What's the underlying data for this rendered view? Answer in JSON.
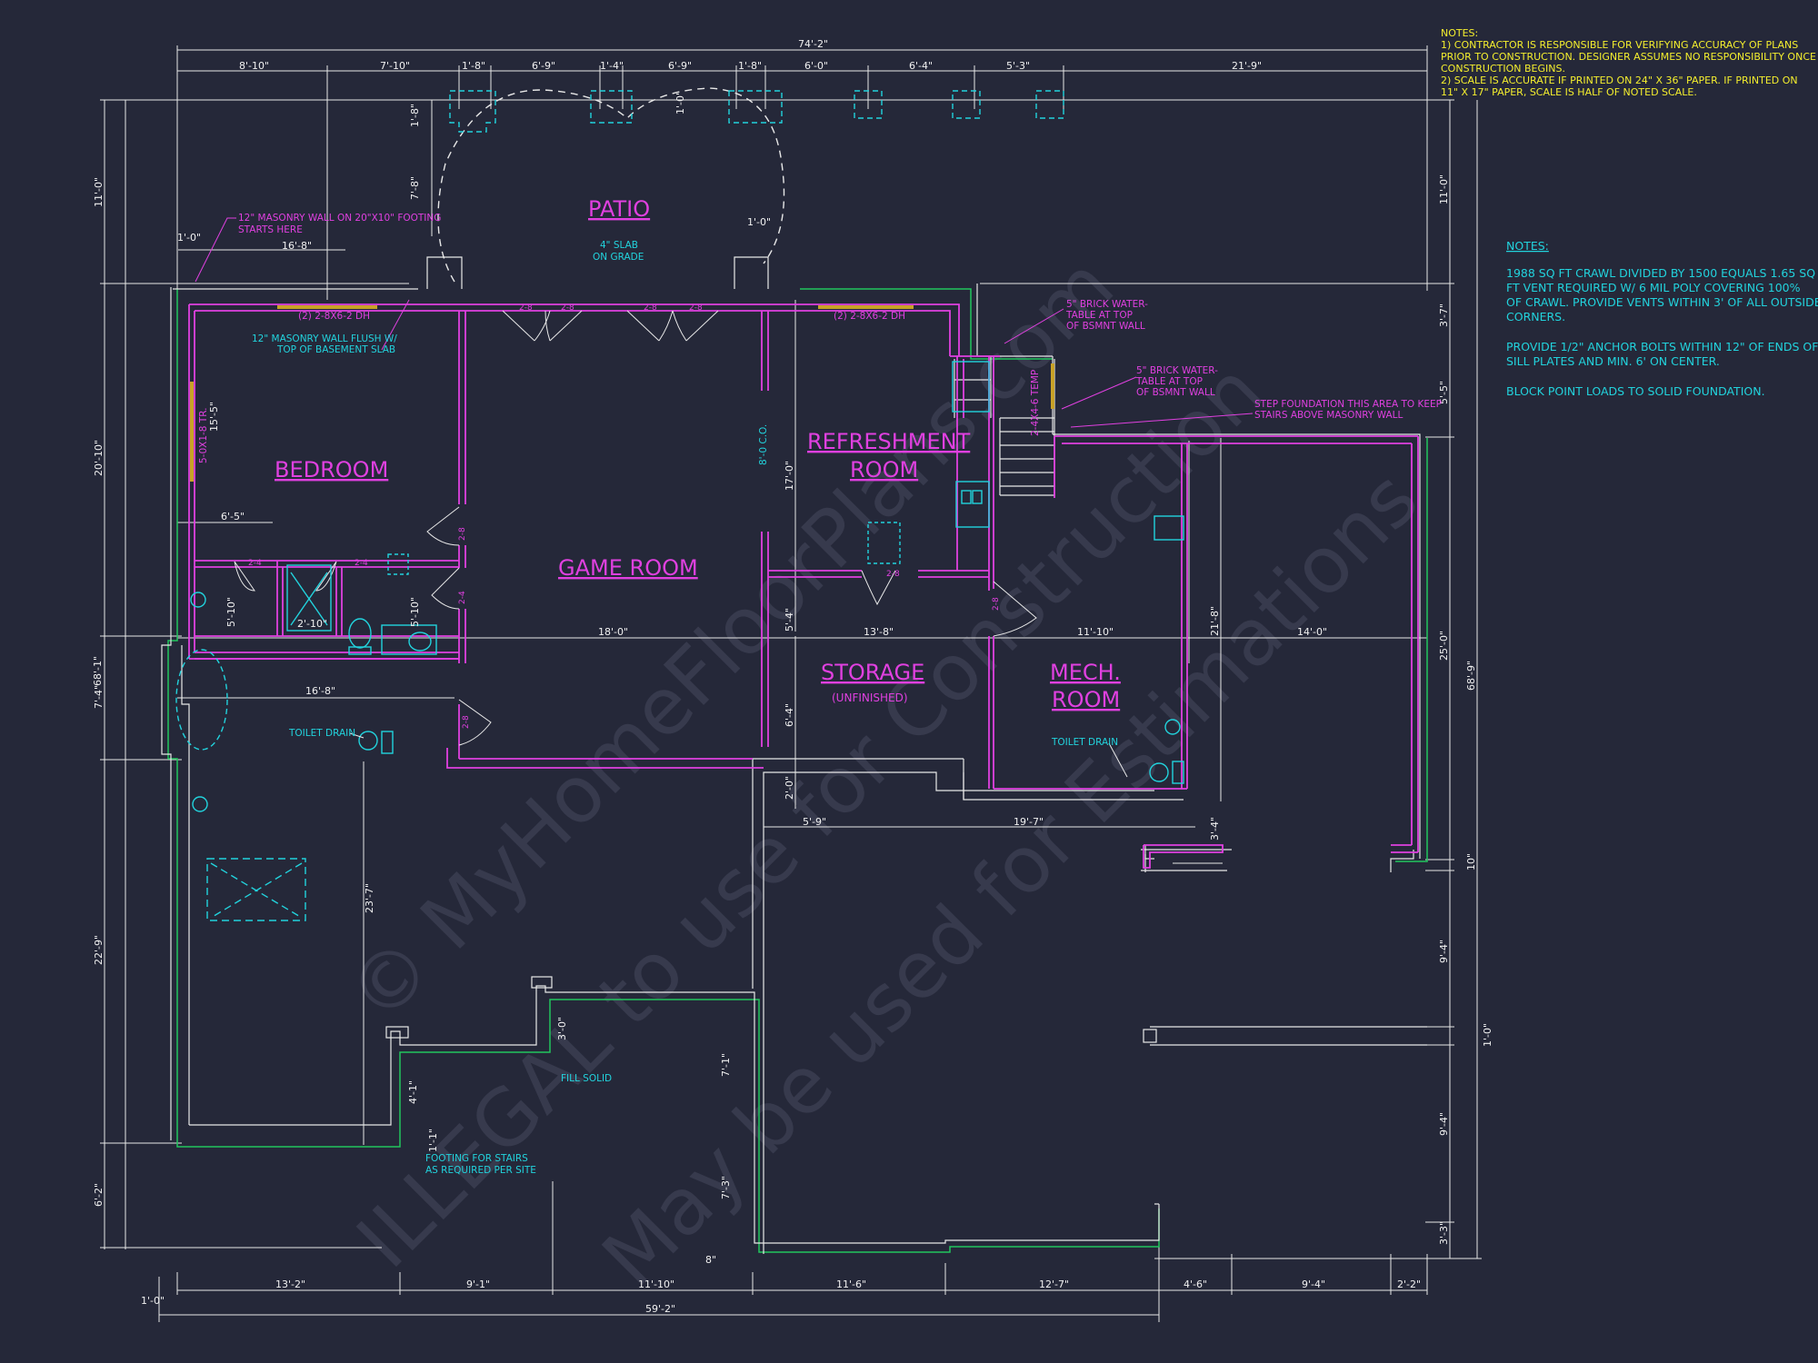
{
  "overall_dims": {
    "top_total": "74'-2\"",
    "bottom_total": "59'-2\"",
    "left_total": "68'-1\"",
    "right_total": "68'-9\""
  },
  "top_dims": [
    "8'-10\"",
    "7'-10\"",
    "1'-8\"",
    "6'-9\"",
    "1'-4\"",
    "6'-9\"",
    "1'-8\"",
    "6'-0\"",
    "6'-4\"",
    "5'-3\"",
    "21'-9\""
  ],
  "bottom_dims": [
    "1'-0\"",
    "13'-2\"",
    "9'-1\"",
    "11'-10\"",
    "11'-6\"",
    "12'-7\"",
    "4'-6\"",
    "9'-4\"",
    "2'-2\""
  ],
  "left_dims": [
    "11'-0\"",
    "20'-10\"",
    "7'-4\"",
    "22'-9\"",
    "6'-2\""
  ],
  "right_dims": [
    "11'-0\"",
    "3'-7\"",
    "5'-5\"",
    "25'-0\"",
    "10\"",
    "9'-4\"",
    "1'-0\"",
    "9'-4\"",
    "3'-3\""
  ],
  "interior_dims": {
    "d_1_8_v": "1'-8\"",
    "d_1_0_a": "1'-0\"",
    "d_7_8": "7'-8\"",
    "d_1_0_b": "1'-0\"",
    "d_1_0_c": "1'-0\"",
    "d_16_8_top": "16'-8\"",
    "d_6_5": "6'-5\"",
    "d_5_10_a": "5'-10\"",
    "d_2_10": "2'-10\"",
    "d_5_10_b": "5'-10\"",
    "d_16_8_mid": "16'-8\"",
    "d_18_0": "18'-0\"",
    "d_13_8": "13'-8\"",
    "d_11_10": "11'-10\"",
    "d_14_0": "14'-0\"",
    "d_17_0": "17'-0\"",
    "d_5_4": "5'-4\"",
    "d_6_4": "6'-4\"",
    "d_2_0": "2'-0\"",
    "d_5_9": "5'-9\"",
    "d_19_7": "19'-7\"",
    "d_21_8": "21'-8\"",
    "d_3_4": "3'-4\"",
    "d_23_7": "23'-7\"",
    "d_3_0": "3'-0\"",
    "d_7_1": "7'-1\"",
    "d_4_1": "4'-1\"",
    "d_1_1": "1'-1\"",
    "d_7_3": "7'-3\"",
    "d_8": "8\"",
    "d_15_5": "15'-5\"",
    "co_8_0": "8'-0 C.O."
  },
  "rooms": {
    "patio": "PATIO",
    "bedroom": "BEDROOM",
    "game_room": "GAME ROOM",
    "refreshment_1": "REFRESHMENT",
    "refreshment_2": "ROOM",
    "storage": "STORAGE",
    "storage_sub": "(UNFINISHED)",
    "mech_1": "MECH.",
    "mech_2": "ROOM"
  },
  "doors": [
    "2-8",
    "2-8",
    "2-8",
    "2-8",
    "2-8",
    "2-4",
    "2-4",
    "2-4",
    "2-8",
    "2-8",
    "2-8"
  ],
  "annotations": {
    "slab_1": "4\" SLAB",
    "slab_2": "ON GRADE",
    "masonry_start_1": "12\" MASONRY WALL ON 20\"X10\" FOOTING",
    "masonry_start_2": "STARTS HERE",
    "masonry_flush_1": "12\" MASONRY WALL FLUSH W/",
    "masonry_flush_2": "TOP OF BASEMENT SLAB",
    "header_left": "(2) 2-8X6-2 DH",
    "header_right": "(2) 2-8X6-2 DH",
    "window_side": "5-0X1-8 TR.",
    "brick_a_1": "5\" BRICK WATER-",
    "brick_a_2": "TABLE AT TOP",
    "brick_a_3": "OF BSMNT WALL",
    "brick_b_1": "5\" BRICK WATER-",
    "brick_b_2": "TABLE AT TOP",
    "brick_b_3": "OF BSMNT WALL",
    "step_1": "STEP FOUNDATION THIS AREA TO KEEP",
    "step_2": "STAIRS ABOVE MASONRY WALL",
    "temp_window": "2-4X4-6 TEMP",
    "toilet_drain_left": "TOILET DRAIN",
    "toilet_drain_right": "TOILET DRAIN",
    "fill_solid": "FILL SOLID",
    "footing_1": "FOOTING FOR STAIRS",
    "footing_2": "AS REQUIRED PER SITE"
  },
  "notes_yellow": [
    "NOTES:",
    "1) CONTRACTOR IS RESPONSIBLE FOR VERIFYING ACCURACY OF PLANS",
    "PRIOR TO CONSTRUCTION. DESIGNER ASSUMES NO RESPONSIBILITY ONCE",
    "CONSTRUCTION BEGINS.",
    "2) SCALE IS ACCURATE IF PRINTED ON 24\" X 36\" PAPER.  IF PRINTED ON",
    "11\" X 17\" PAPER, SCALE IS HALF OF NOTED SCALE."
  ],
  "notes_cyan": {
    "title": "NOTES:",
    "lines": [
      "1988 SQ FT CRAWL DIVIDED BY 1500 EQUALS 1.65 SQ",
      "FT VENT REQUIRED W/ 6 MIL POLY COVERING 100%",
      "OF CRAWL. PROVIDE VENTS WITHIN 3' OF ALL OUTSIDE",
      "CORNERS.",
      "",
      "PROVIDE 1/2\" ANCHOR BOLTS WITHIN 12\" OF ENDS OF",
      "SILL PLATES AND MIN. 6' ON CENTER.",
      "",
      "BLOCK POINT LOADS TO SOLID FOUNDATION."
    ]
  },
  "watermark": {
    "line1": "© MyHomeFloorPlans.com",
    "line2": "ILLEGAL to use for Construction",
    "line3": "May be used for Estimations"
  },
  "colors": {
    "background": "#252839",
    "dimension": "#f1f1f1",
    "wall": "#e040e0",
    "footing": "#22c55e",
    "fixture": "#22d3dd",
    "note_yellow": "#f4ee2e",
    "window": "#c9a227"
  }
}
